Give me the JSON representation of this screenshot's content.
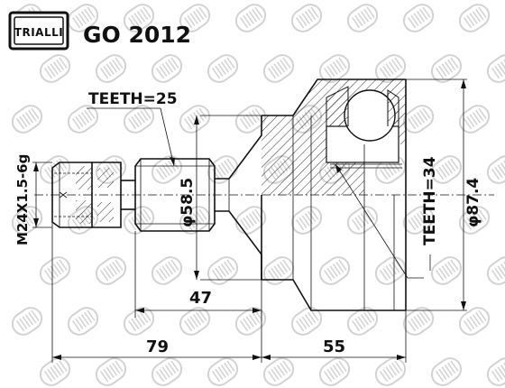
{
  "header": {
    "logo_text": "TRIALLI",
    "part_number": "GO 2012"
  },
  "dimensions": {
    "teeth_outer": "TEETH=25",
    "diameter_outer_shaft": "φ58.5",
    "thread": "M24X1.5-6g",
    "teeth_inner": "TEETH=34",
    "diameter_bell": "φ87.4",
    "length_47": "47",
    "length_79": "79",
    "length_55": "55"
  },
  "colors": {
    "ink": "#111111",
    "watermark": "#d2d2d2",
    "background": "#ffffff"
  }
}
